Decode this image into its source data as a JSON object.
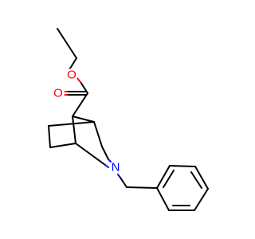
{
  "molecule": {
    "atoms": {
      "oxygen_ether": {
        "label": "O"
      },
      "oxygen_carbonyl": {
        "label": "O"
      },
      "nitrogen": {
        "label": "N"
      }
    },
    "colors": {
      "bond": "#000000",
      "oxygen": "#ff0000",
      "nitrogen": "#0000ff",
      "background": "#ffffff"
    }
  }
}
